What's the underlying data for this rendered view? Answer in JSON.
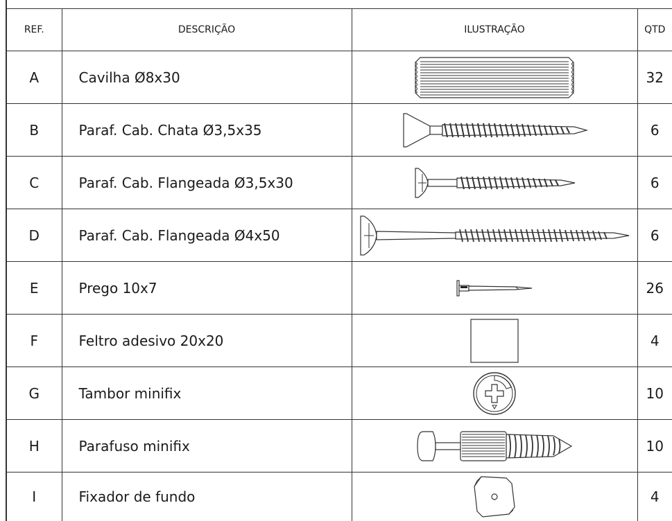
{
  "table": {
    "headers": {
      "ref": "REF.",
      "description": "DESCRIÇÃO",
      "illustration": "ILUSTRAÇÃO",
      "qty": "QTD"
    },
    "rows": [
      {
        "ref": "A",
        "description": "Cavilha Ø8x30",
        "icon": "wooden-dowel-icon",
        "qty": "32"
      },
      {
        "ref": "B",
        "description": "Paraf. Cab. Chata Ø3,5x35",
        "icon": "flat-head-screw-icon",
        "qty": "6"
      },
      {
        "ref": "C",
        "description": "Paraf. Cab. Flangeada Ø3,5x30",
        "icon": "flange-head-screw-short-icon",
        "qty": "6"
      },
      {
        "ref": "D",
        "description": "Paraf. Cab. Flangeada Ø4x50",
        "icon": "flange-head-screw-long-icon",
        "qty": "6"
      },
      {
        "ref": "E",
        "description": "Prego 10x7",
        "icon": "nail-icon",
        "qty": "26"
      },
      {
        "ref": "F",
        "description": "Feltro adesivo 20x20",
        "icon": "felt-pad-icon",
        "qty": "4"
      },
      {
        "ref": "G",
        "description": "Tambor minifix",
        "icon": "minifix-cam-icon",
        "qty": "10"
      },
      {
        "ref": "H",
        "description": "Parafuso minifix",
        "icon": "minifix-bolt-icon",
        "qty": "10"
      },
      {
        "ref": "I",
        "description": "Fixador de fundo",
        "icon": "back-panel-clip-icon",
        "qty": "4"
      }
    ]
  }
}
